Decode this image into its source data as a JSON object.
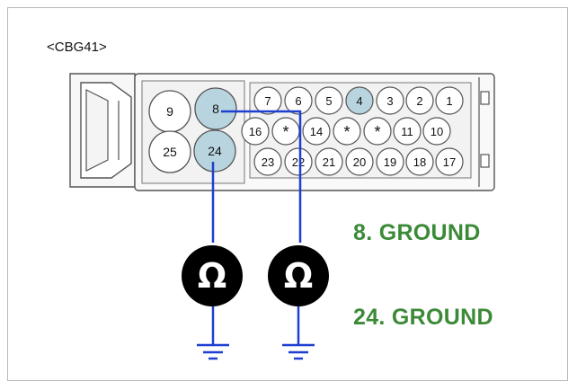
{
  "connector": {
    "name": "<CBG41>"
  },
  "pins_large": [
    {
      "id": "9",
      "highlight": false
    },
    {
      "id": "8",
      "highlight": true
    },
    {
      "id": "25",
      "highlight": false
    },
    {
      "id": "24",
      "highlight": true
    }
  ],
  "pins_small": {
    "row1": [
      "7",
      "6",
      "5",
      "4",
      "3",
      "2",
      "1"
    ],
    "row2": [
      "16",
      "*",
      "14",
      "*",
      "*",
      "11",
      "10"
    ],
    "row3": [
      "23",
      "22",
      "21",
      "20",
      "19",
      "18",
      "17"
    ],
    "highlighted": [
      "4"
    ]
  },
  "meters": [
    {
      "symbol": "Ω",
      "pin": "24"
    },
    {
      "symbol": "Ω",
      "pin": "8"
    }
  ],
  "labels": {
    "pin8": "8. GROUND",
    "pin24": "24. GROUND"
  },
  "colors": {
    "wire": "#1f3fd0",
    "highlight": "#b8d5df",
    "ground_text": "#3b8a37",
    "meter": "#000000"
  }
}
